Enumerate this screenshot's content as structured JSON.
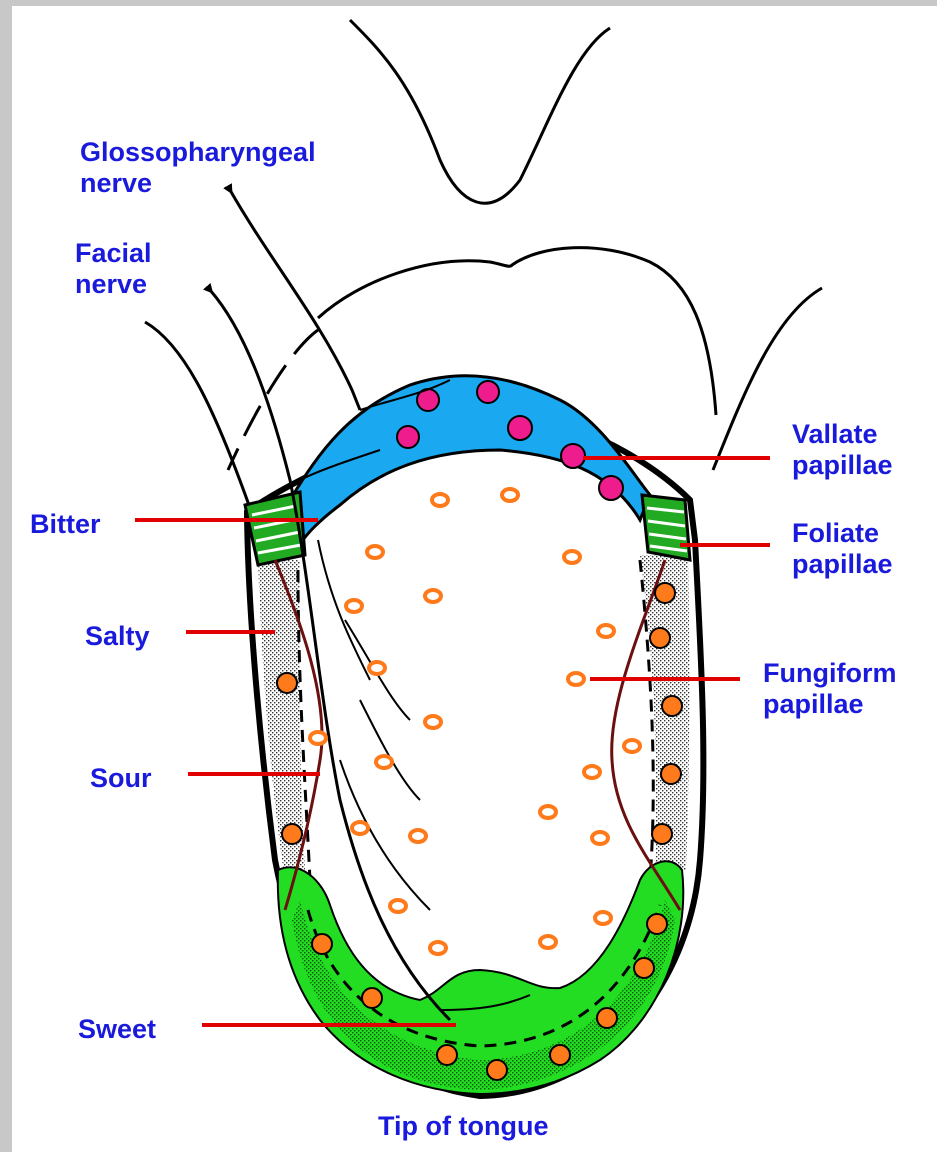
{
  "labels": {
    "glossopharyngeal": [
      "Glossopharyngeal",
      "nerve"
    ],
    "facial": [
      "Facial",
      "nerve"
    ],
    "bitter": "Bitter",
    "salty": "Salty",
    "sour": "Sour",
    "sweet": "Sweet",
    "tip": "Tip of tongue",
    "vallate": [
      "Vallate",
      "papillae"
    ],
    "foliate": [
      "Foliate",
      "papillae"
    ],
    "fungiform": [
      "Fungiform",
      "papillae"
    ]
  },
  "colors": {
    "label_text": "#1a1adc",
    "pointer_line": "#e00000",
    "vallate_region": "#1aa8f0",
    "vallate_papillae": "#ee1c8c",
    "sweet_region": "#22dd22",
    "foliate_region": "#22aa22",
    "fungiform_papillae": "#ff7a1a",
    "nerve_vessel": "#6b0f0f",
    "outline": "#000000",
    "frame": "#c8c8c8"
  }
}
